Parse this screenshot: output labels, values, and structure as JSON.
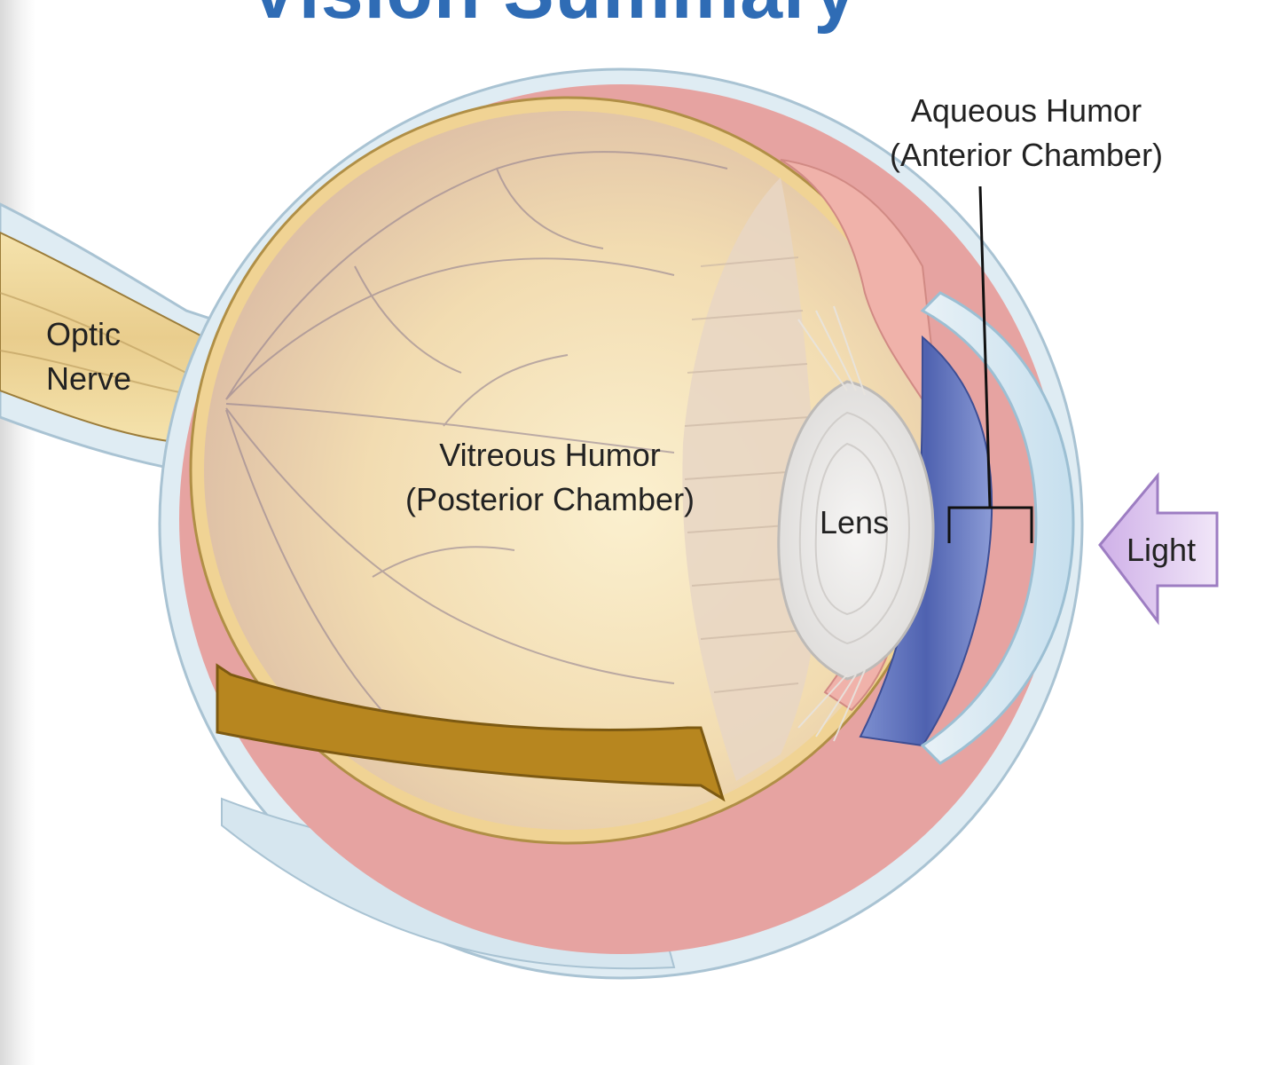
{
  "title": "Vision Summary",
  "labels": {
    "aqueous_humor": {
      "line1": "Aqueous Humor",
      "line2": "(Anterior Chamber)"
    },
    "optic_nerve": {
      "line1": "Optic",
      "line2": "Nerve"
    },
    "vitreous_humor": {
      "line1": "Vitreous Humor",
      "line2": "(Posterior Chamber)"
    },
    "lens": "Lens",
    "light": "Light"
  },
  "colors": {
    "title": "#2f6cb5",
    "sclera": "#dfecf3",
    "choroid": "#e39b9b",
    "retina": "#f0d79a",
    "vitreous": "#f3dfb4",
    "iris": "#5a6fb8",
    "cornea": "#cfe4ef",
    "lens": "#ecebea",
    "optic_nerve": "#f1dca2",
    "light_arrow": "#e6d3f1"
  }
}
